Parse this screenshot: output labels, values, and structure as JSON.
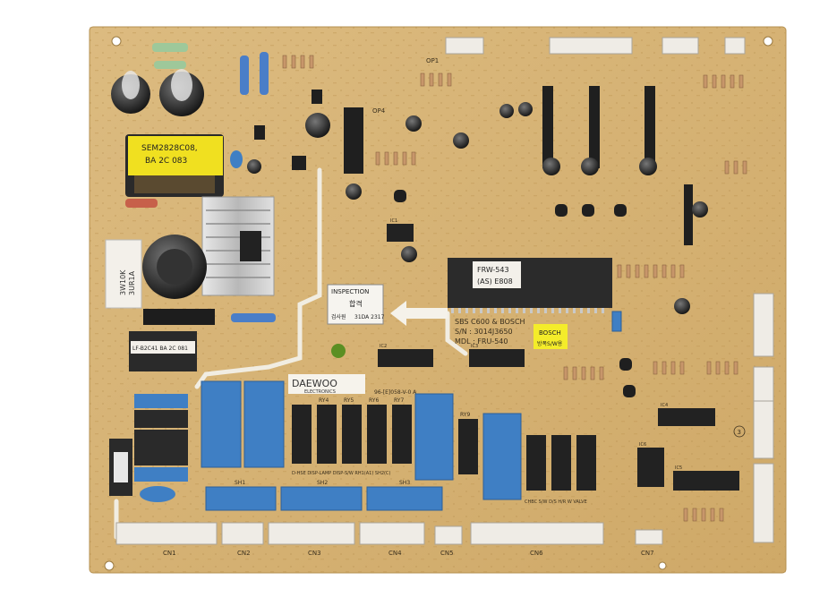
{
  "board": {
    "background": "#ffffff",
    "pcb_color": "#d9b67a",
    "trace_color": "#f2efe6",
    "relay_blue": "#3f7fc4",
    "relay_black": "#222222",
    "connector_white": "#efece6"
  },
  "labels": {
    "transformer": [
      "SEM2828C08,",
      "BA 2C 083"
    ],
    "sub_transformer": [
      "LF-B2C41 BA 2C 081"
    ],
    "varistor": [
      "3W10K",
      "3UR1A"
    ],
    "ic_main": [
      "FRW-543",
      "(AS) E808"
    ],
    "sticker_bosch": [
      "BOSCH",
      "방폭S/W용"
    ],
    "inspection": "INSPECTION",
    "inspection_stamp": [
      "합격",
      "검사원",
      "31DA 2317"
    ],
    "board_info": [
      "SBS C600 & BOSCH",
      "S/N : 3014J3650",
      "MDL : FRU-540"
    ],
    "logo": "DAEWOO",
    "logo_sub": "ELECTRONICS",
    "pcb_code": "96-[E]058-V-0 A",
    "relay_caption": "D-HSE DISP-LAMP DISP-S/W RH1(A1) SH2(C)",
    "relays": [
      "RY4",
      "RY5",
      "RY6",
      "RY7",
      "RY9"
    ],
    "relay_row_caption": "CHBC S/W D/S H/R W VALVE",
    "connectors": [
      "CN1",
      "CN2",
      "CN3",
      "CN4",
      "CN5",
      "CN6",
      "CN7"
    ],
    "heaters": [
      "SH1",
      "SH2",
      "SH3"
    ],
    "caption_op": [
      "OP1",
      "OP4"
    ],
    "small_chip_labels": [
      "IC1",
      "IC2",
      "IC3",
      "IC4",
      "IC5",
      "IC6"
    ],
    "circle_mark": "3"
  }
}
